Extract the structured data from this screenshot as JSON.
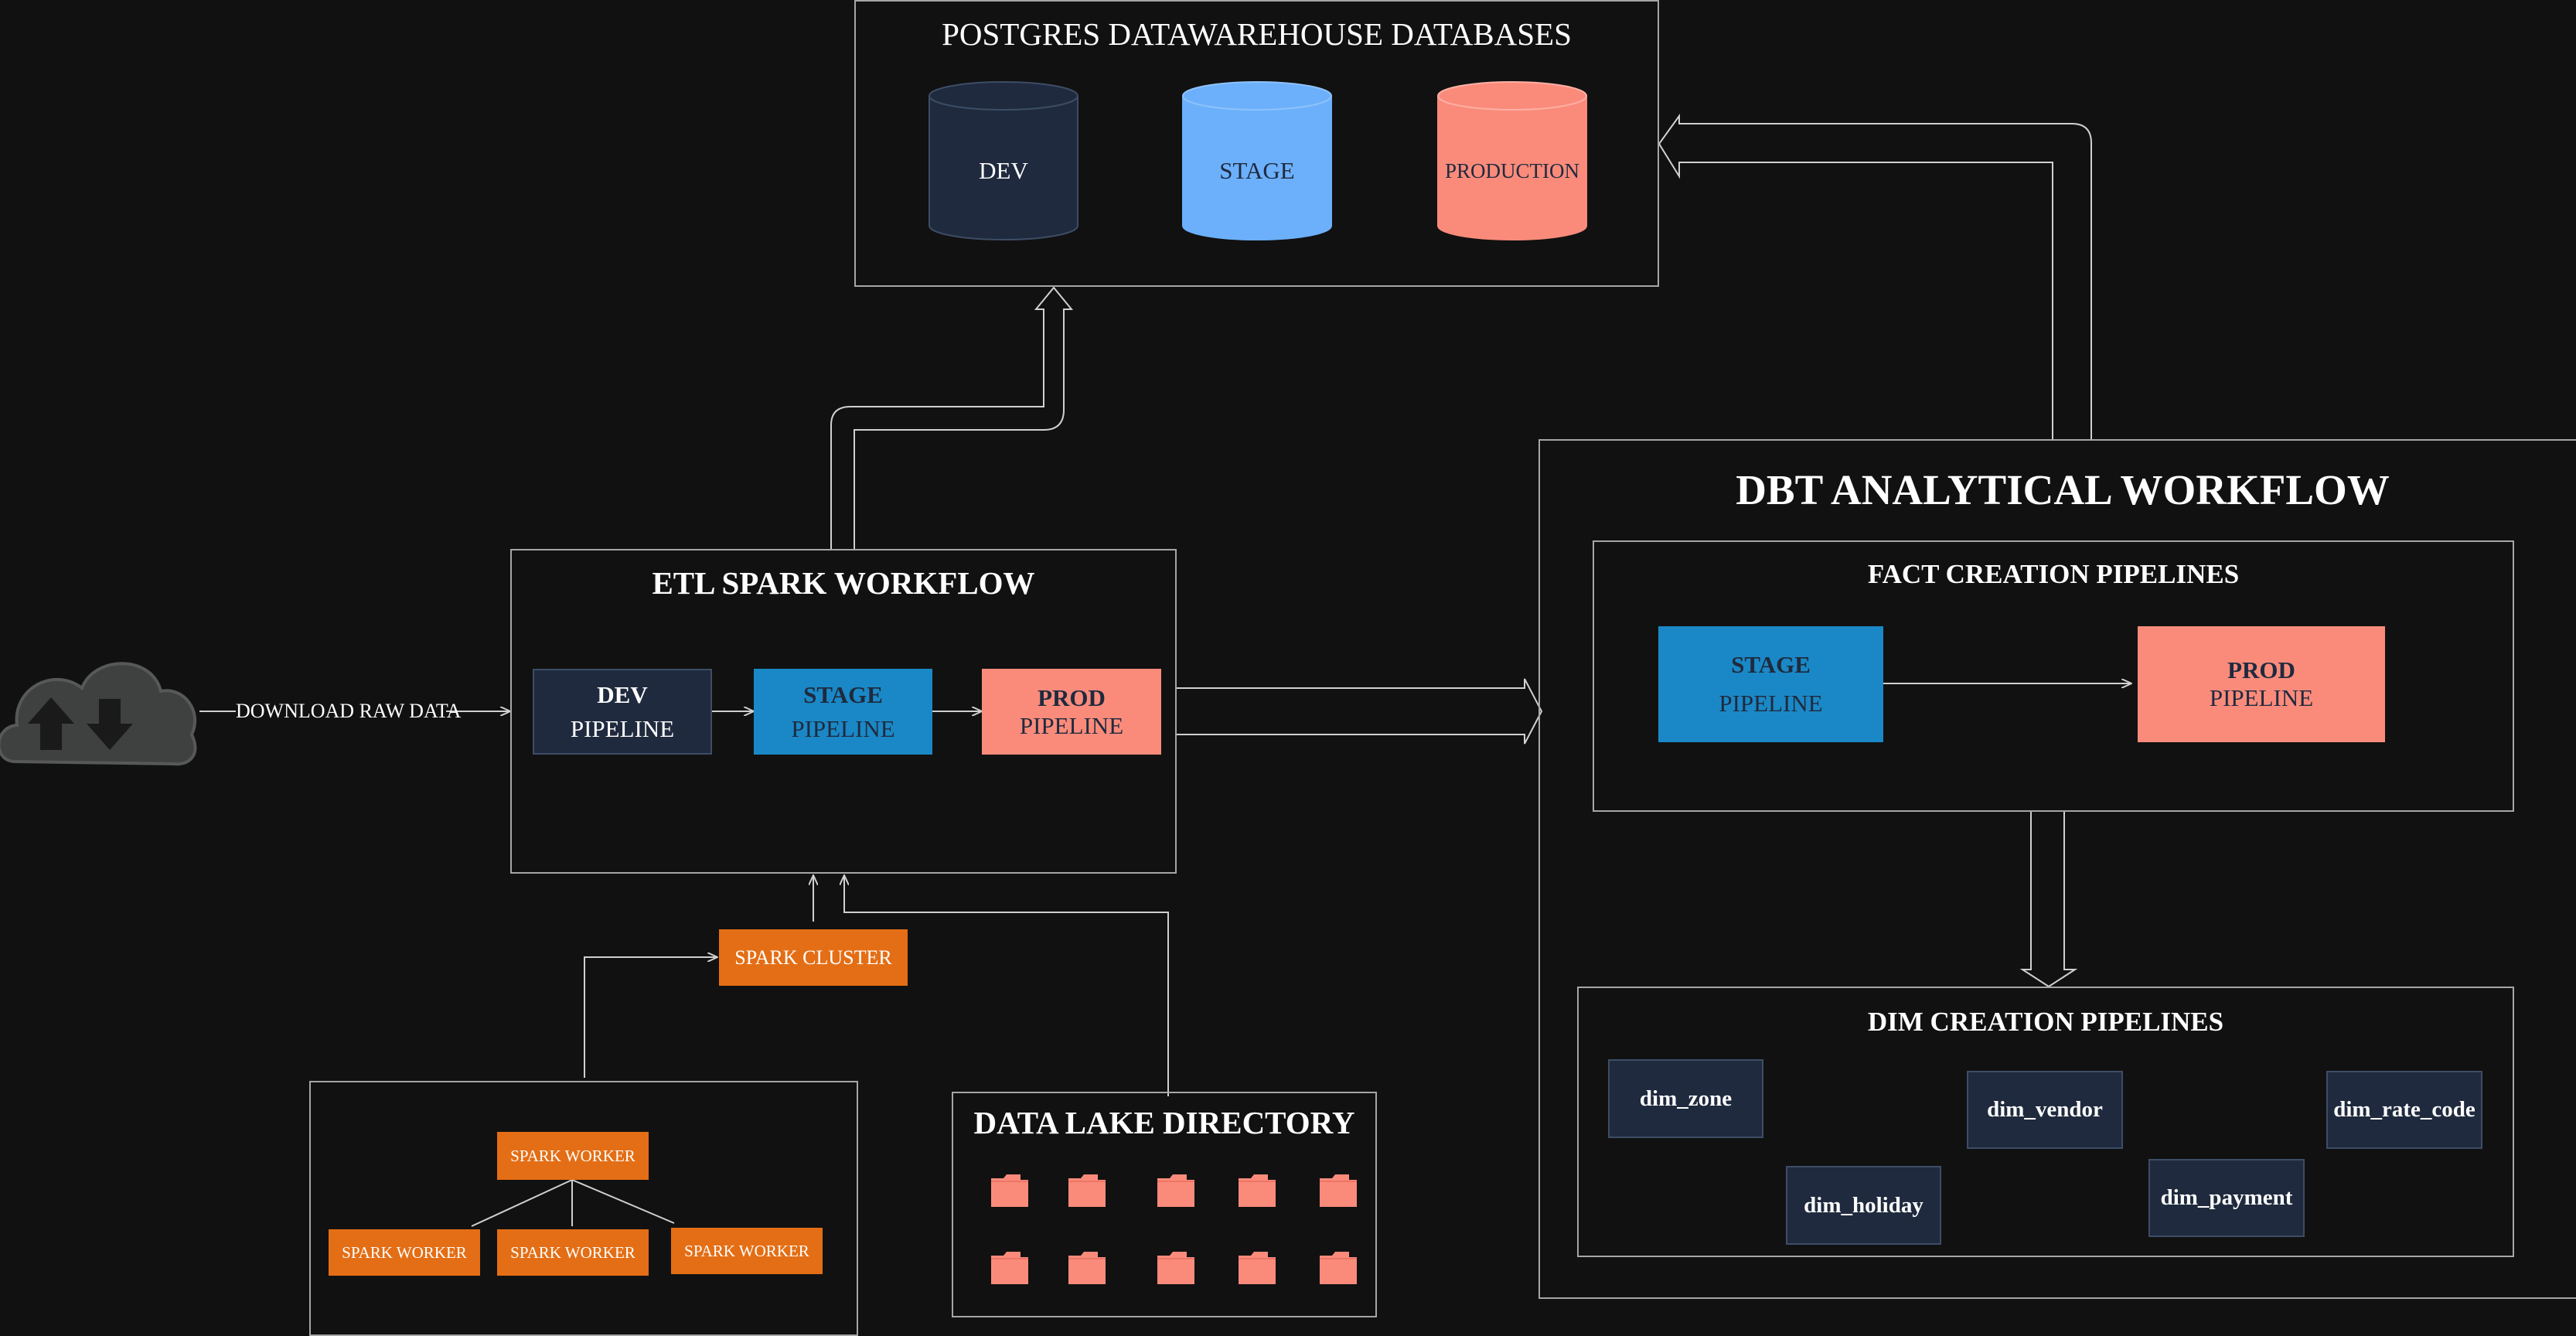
{
  "warehouse": {
    "title": "POSTGRES DATAWAREHOUSE DATABASES",
    "databases": [
      {
        "label": "DEV",
        "color": "#1f2a3e",
        "text_color": "#ffffff"
      },
      {
        "label": "STAGE",
        "color": "#6cb0fb",
        "text_color": "#1f2a3e"
      },
      {
        "label": "PRODUCTION",
        "color": "#fa8b7b",
        "text_color": "#1f2a3e"
      }
    ]
  },
  "source": {
    "icon": "cloud-upload-download-icon",
    "download_label": "DOWNLOAD RAW DATA"
  },
  "etl": {
    "title": "ETL SPARK WORKFLOW",
    "pipelines": [
      {
        "name": "DEV",
        "sub": "PIPELINE",
        "color": "#1f2a3e"
      },
      {
        "name": "STAGE",
        "sub": "PIPELINE",
        "color": "#1a88c6"
      },
      {
        "name": "PROD",
        "sub": "PIPELINE",
        "color": "#fa8b7b"
      }
    ]
  },
  "spark": {
    "cluster_label": "SPARK CLUSTER",
    "workers": [
      "SPARK WORKER",
      "SPARK WORKER",
      "SPARK WORKER",
      "SPARK WORKER"
    ],
    "color": "#e46e15"
  },
  "data_lake": {
    "title": "DATA LAKE DIRECTORY",
    "folder_icon": "folder-icon",
    "folder_color": "#fa8b7b"
  },
  "dbt": {
    "title": "DBT ANALYTICAL WORKFLOW",
    "fact": {
      "title": "FACT CREATION PIPELINES",
      "pipelines": [
        {
          "name": "STAGE",
          "sub": "PIPELINE",
          "color": "#1a88c6"
        },
        {
          "name": "PROD",
          "sub": "PIPELINE",
          "color": "#fa8b7b"
        }
      ]
    },
    "dim": {
      "title": "DIM CREATION PIPELINES",
      "tables": [
        "dim_zone",
        "dim_vendor",
        "dim_rate_code",
        "dim_holiday",
        "dim_payment"
      ]
    }
  }
}
